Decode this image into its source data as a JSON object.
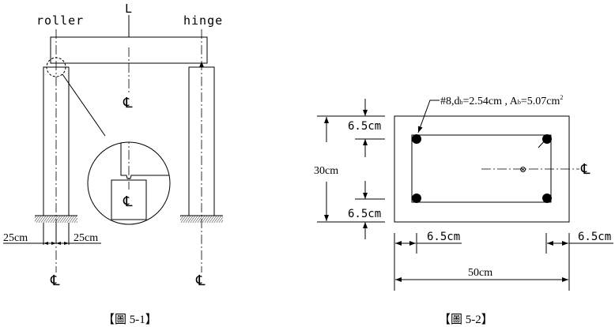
{
  "figure1": {
    "span_label": "L",
    "left_support_label": "roller",
    "right_support_label": "hinge",
    "centerline_symbol": "℄",
    "dim_left": "25cm",
    "dim_right": "25cm",
    "caption": "【圖 5-1】"
  },
  "figure2": {
    "rebar_label": "#8,d",
    "rebar_db_sub": "b",
    "rebar_mid": "=2.54cm , A",
    "rebar_ab_sub": "b",
    "rebar_end": "=5.07cm",
    "rebar_sup": "2",
    "height_dim": "30cm",
    "cover_top": "6.5cm",
    "cover_bottom": "6.5cm",
    "cover_left": "6.5cm",
    "cover_right": "6.5cm",
    "width_dim": "50cm",
    "centerline_symbol": "℄",
    "centroid_symbol": "⊗",
    "caption": "【圖 5-2】"
  }
}
